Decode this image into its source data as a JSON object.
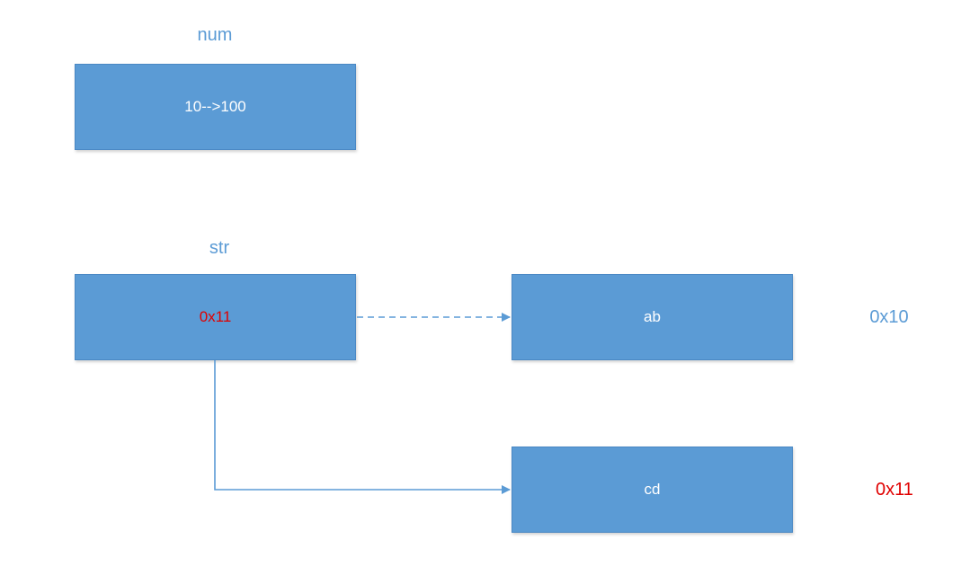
{
  "colors": {
    "box_fill": "#5b9bd5",
    "box_text": "#ffffff",
    "label_blue": "#5b9bd5",
    "pointer_red": "#e00000",
    "connector": "#5b9bd5"
  },
  "variables": {
    "num": {
      "name": "num",
      "value": "10-->100"
    },
    "str": {
      "name": "str",
      "value": "0x11"
    }
  },
  "objects": {
    "ab": {
      "content": "ab",
      "address": "0x10"
    },
    "cd": {
      "content": "cd",
      "address": "0x11"
    }
  },
  "connectors": [
    {
      "from": "str",
      "to": "ab",
      "style": "dashed"
    },
    {
      "from": "str",
      "to": "cd",
      "style": "solid"
    }
  ]
}
